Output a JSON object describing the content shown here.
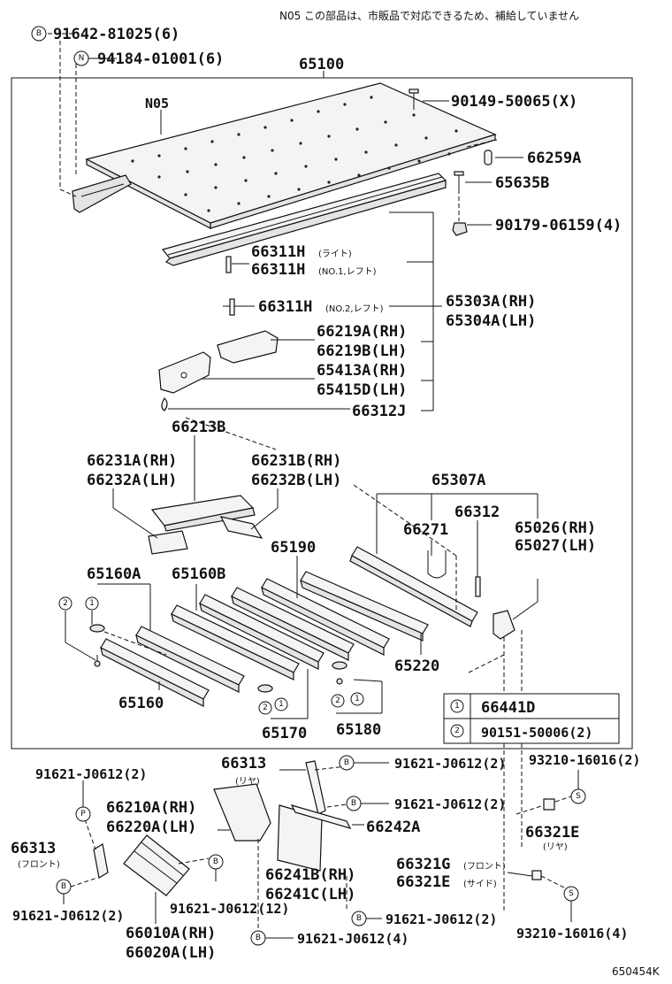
{
  "note": "N05 この部品は、市販品で対応できるため、補給していません",
  "diagram_code": "650454K",
  "main_assembly": "65100",
  "labels": [
    {
      "id": "l01",
      "text": "91642-81025(6)"
    },
    {
      "id": "l02",
      "text": "94184-01001(6)"
    },
    {
      "id": "l03",
      "text": "N05"
    },
    {
      "id": "l04",
      "text": "90149-50065(X)"
    },
    {
      "id": "l05",
      "text": "66259A"
    },
    {
      "id": "l06",
      "text": "65635B"
    },
    {
      "id": "l07",
      "text": "90179-06159(4)"
    },
    {
      "id": "l08",
      "text": "66311H"
    },
    {
      "id": "l09",
      "text": "66311H"
    },
    {
      "id": "l10",
      "text": "66311H"
    },
    {
      "id": "l11",
      "text": "65303A(RH)"
    },
    {
      "id": "l12",
      "text": "65304A(LH)"
    },
    {
      "id": "l13",
      "text": "66219A(RH)"
    },
    {
      "id": "l14",
      "text": "66219B(LH)"
    },
    {
      "id": "l15",
      "text": "65413A(RH)"
    },
    {
      "id": "l16",
      "text": "65415D(LH)"
    },
    {
      "id": "l17",
      "text": "66312J"
    },
    {
      "id": "l18",
      "text": "66213B"
    },
    {
      "id": "l19",
      "text": "66231A(RH)"
    },
    {
      "id": "l20",
      "text": "66232A(LH)"
    },
    {
      "id": "l21",
      "text": "66231B(RH)"
    },
    {
      "id": "l22",
      "text": "66232B(LH)"
    },
    {
      "id": "l23",
      "text": "65307A"
    },
    {
      "id": "l24",
      "text": "66312"
    },
    {
      "id": "l25",
      "text": "66271"
    },
    {
      "id": "l26",
      "text": "65026(RH)"
    },
    {
      "id": "l27",
      "text": "65027(LH)"
    },
    {
      "id": "l28",
      "text": "65160A"
    },
    {
      "id": "l29",
      "text": "65160B"
    },
    {
      "id": "l30",
      "text": "65190"
    },
    {
      "id": "l31",
      "text": "65220"
    },
    {
      "id": "l32",
      "text": "65160"
    },
    {
      "id": "l33",
      "text": "65170"
    },
    {
      "id": "l34",
      "text": "65180"
    },
    {
      "id": "l35",
      "text": "66313"
    },
    {
      "id": "l36",
      "text": "91621-J0612(2)"
    },
    {
      "id": "l37",
      "text": "93210-16016(2)"
    },
    {
      "id": "l38",
      "text": "91621-J0612(2)"
    },
    {
      "id": "l39",
      "text": "66210A(RH)"
    },
    {
      "id": "l40",
      "text": "66220A(LH)"
    },
    {
      "id": "l41",
      "text": "91621-J0612(2)"
    },
    {
      "id": "l42",
      "text": "66242A"
    },
    {
      "id": "l43",
      "text": "66321E"
    },
    {
      "id": "l44",
      "text": "66313"
    },
    {
      "id": "l45",
      "text": "66241B(RH)"
    },
    {
      "id": "l46",
      "text": "66241C(LH)"
    },
    {
      "id": "l47",
      "text": "66321G"
    },
    {
      "id": "l48",
      "text": "66321E"
    },
    {
      "id": "l49",
      "text": "91621-J0612(2)"
    },
    {
      "id": "l50",
      "text": "91621-J0612(12)"
    },
    {
      "id": "l51",
      "text": "91621-J0612(2)"
    },
    {
      "id": "l52",
      "text": "66010A(RH)"
    },
    {
      "id": "l53",
      "text": "66020A(LH)"
    },
    {
      "id": "l54",
      "text": "91621-J0612(4)"
    },
    {
      "id": "l55",
      "text": "93210-16016(4)"
    }
  ],
  "sublabels": [
    {
      "id": "s01",
      "text": "(ライト)"
    },
    {
      "id": "s02",
      "text": "(NO.1,レフト)"
    },
    {
      "id": "s03",
      "text": "(NO.2,レフト)"
    },
    {
      "id": "s04",
      "text": "(リヤ)"
    },
    {
      "id": "s05",
      "text": "(リヤ)"
    },
    {
      "id": "s06",
      "text": "(フロント)"
    },
    {
      "id": "s07",
      "text": "(フロント)"
    },
    {
      "id": "s08",
      "text": "(サイド)"
    }
  ],
  "legend": {
    "rows": [
      {
        "symbol": "1",
        "part": "66441D"
      },
      {
        "symbol": "2",
        "part": "90151-50006(2)"
      }
    ]
  },
  "callout_symbols": [
    "B",
    "N",
    "P",
    "S",
    "1",
    "2"
  ]
}
